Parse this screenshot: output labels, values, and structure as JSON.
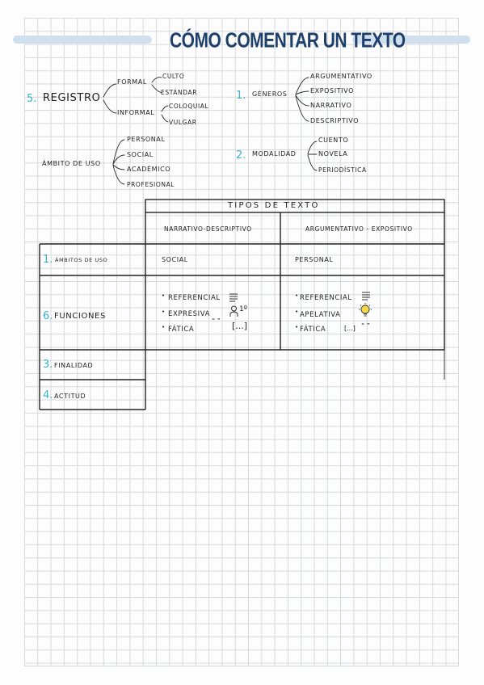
{
  "title": "CÓMO COMENTAR UN TEXTO",
  "registro": {
    "number": "5.",
    "label": "Registro",
    "formal": {
      "label": "Formal",
      "children": [
        "Culto",
        "Estándar"
      ]
    },
    "informal": {
      "label": "Informal",
      "children": [
        "Coloquial",
        "Vulgar"
      ]
    }
  },
  "generos": {
    "number": "1.",
    "label": "Géneros",
    "children": [
      "Argumentativo",
      "Expositivo",
      "Narrativo",
      "Descriptivo"
    ]
  },
  "ambito": {
    "label": "Ámbito de uso",
    "children": [
      "Personal",
      "Social",
      "Académico",
      "Profesional"
    ]
  },
  "modalidad": {
    "number": "2.",
    "label": "Modalidad",
    "children": [
      "Cuento",
      "Novela",
      "Periodística"
    ]
  },
  "table": {
    "header": "Tipos de texto",
    "columns": [
      "Narrativo-descriptivo",
      "Argumentativo - Expositivo"
    ],
    "rows": [
      {
        "number": "1.",
        "label": "Ámbitos de uso",
        "cells": [
          "Social",
          "Personal"
        ]
      },
      {
        "number": "6.",
        "label": "Funciones",
        "col1": [
          "Referencial",
          "Expresiva",
          "Fática"
        ],
        "col2": [
          "Referencial",
          "Apelativa",
          "Fática"
        ],
        "col1_extra": {
          "expresiva_mark": "1º",
          "fatica_mark": "[...]",
          "quote": "“ ”"
        },
        "col2_extra": {
          "fatica_mark": "[...]",
          "quote": "“ ”"
        }
      },
      {
        "number": "3.",
        "label": "Finalidad"
      },
      {
        "number": "4.",
        "label": "Actitud"
      }
    ]
  },
  "icons": [
    "lines-icon",
    "person-icon",
    "lines-icon",
    "lightbulb-icon"
  ]
}
